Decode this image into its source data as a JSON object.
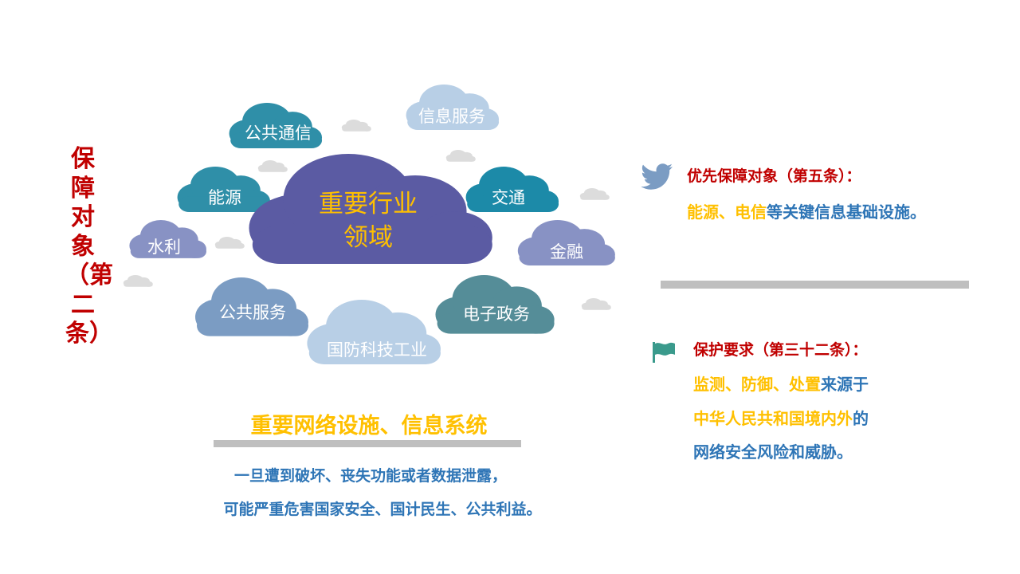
{
  "side_title": "保障对象（第二条）",
  "clouds": {
    "center": [
      "重要行业",
      "领域"
    ],
    "public_comm": "公共通信",
    "info_service": "信息服务",
    "energy": "能源",
    "transport": "交通",
    "water": "水利",
    "finance": "金融",
    "public_service": "公共服务",
    "egov": "电子政务",
    "defense": "国防科技工业"
  },
  "network": {
    "title": "重要网络设施、信息系统",
    "desc_line1": "一旦遭到破坏、丧失功能或者数据泄露，",
    "desc_line2": "可能严重危害国家安全、国计民生、公共利益。"
  },
  "priority": {
    "heading": "优先保障对象（第五条）：",
    "highlight": "能源、电信",
    "rest": "等关键信息基础设施。"
  },
  "protection": {
    "heading": "保护要求（第三十二条）：",
    "line1_hl": "监测、防御、处置",
    "line1_rest": "来源于",
    "line2_hl": "中华人民共和国境内外",
    "line2_rest": "的",
    "line3": "网络安全风险和威胁。"
  },
  "icons": {
    "priority": "bird-icon",
    "protection": "flag-icon"
  },
  "colors": {
    "title_red": "#c00000",
    "highlight_yellow": "#ffc000",
    "text_blue": "#2e75b6",
    "center_cloud": "#5b5ba3",
    "teal_cloud": "#2f8fa8",
    "light_cloud": "#b8cfe6",
    "lavender_cloud": "#8892c4",
    "slate_cloud": "#7b9cc3",
    "egov_cloud": "#558d98",
    "divider": "#bfbfbf"
  }
}
